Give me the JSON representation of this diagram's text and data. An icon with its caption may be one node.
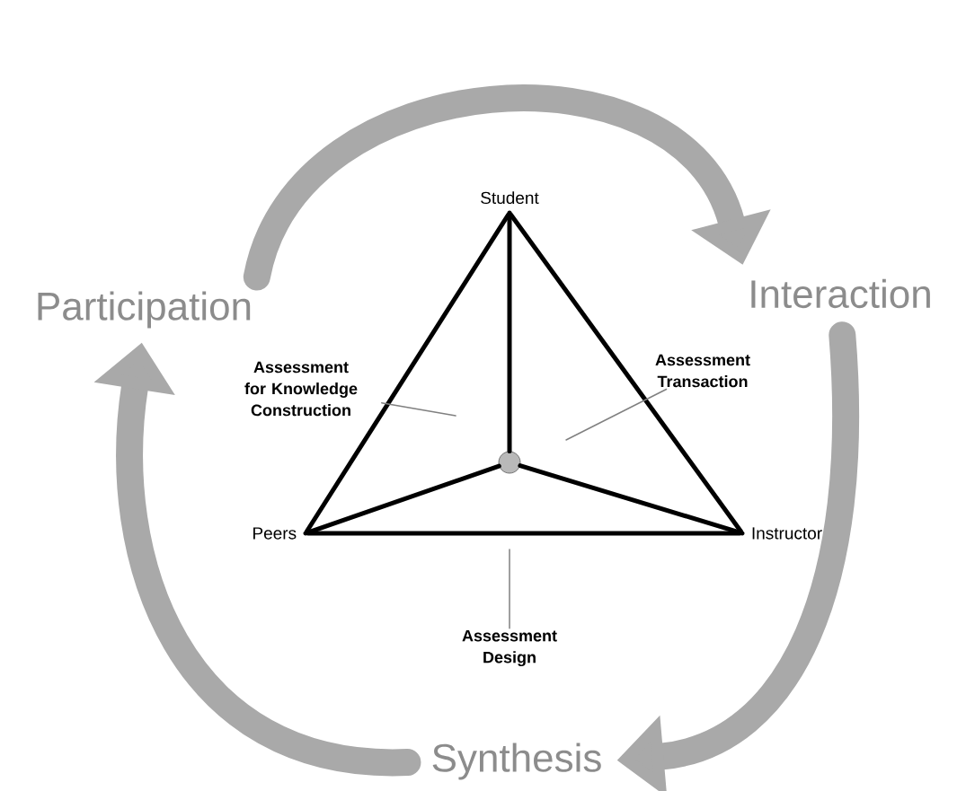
{
  "diagram": {
    "nodes": [
      {
        "text": [
          "Student"
        ]
      },
      {
        "text": [
          "Peers"
        ]
      },
      {
        "text": [
          "Instructor"
        ]
      },
      {
        "text": [],
        "shape": "circle"
      },
      {
        "text": [
          "Assessment for Knowledge Construction"
        ]
      },
      {
        "text": [
          "Assessment Transaction"
        ]
      },
      {
        "text": [
          "Assessment Design"
        ]
      },
      {
        "text": [
          "Participation"
        ]
      },
      {
        "text": [
          "Interaction"
        ]
      },
      {
        "text": [
          "Synthesis"
        ]
      }
    ],
    "edges": [
      {
        "from": 0,
        "to": 1,
        "arrow": "none"
      },
      {
        "from": 0,
        "to": 2,
        "arrow": "none"
      },
      {
        "from": 1,
        "to": 2,
        "arrow": "none"
      },
      {
        "from": 3,
        "to": 0,
        "arrow": "none"
      },
      {
        "from": 3,
        "to": 1,
        "arrow": "none"
      },
      {
        "from": 3,
        "to": 2,
        "arrow": "none"
      },
      {
        "from": 4,
        "to": null,
        "arrow": "none",
        "color": "#808080"
      },
      {
        "from": 5,
        "to": null,
        "arrow": "none",
        "color": "#808080"
      },
      {
        "from": 6,
        "to": null,
        "arrow": "none",
        "color": "#808080"
      },
      {
        "from": 7,
        "to": 8,
        "arrow": "to",
        "style": "thick",
        "color": "#a9a9a9"
      },
      {
        "from": 8,
        "to": 9,
        "arrow": "to",
        "style": "thick",
        "color": "#a9a9a9"
      },
      {
        "from": 9,
        "to": 7,
        "arrow": "to",
        "style": "thick",
        "color": "#a9a9a9"
      }
    ]
  }
}
